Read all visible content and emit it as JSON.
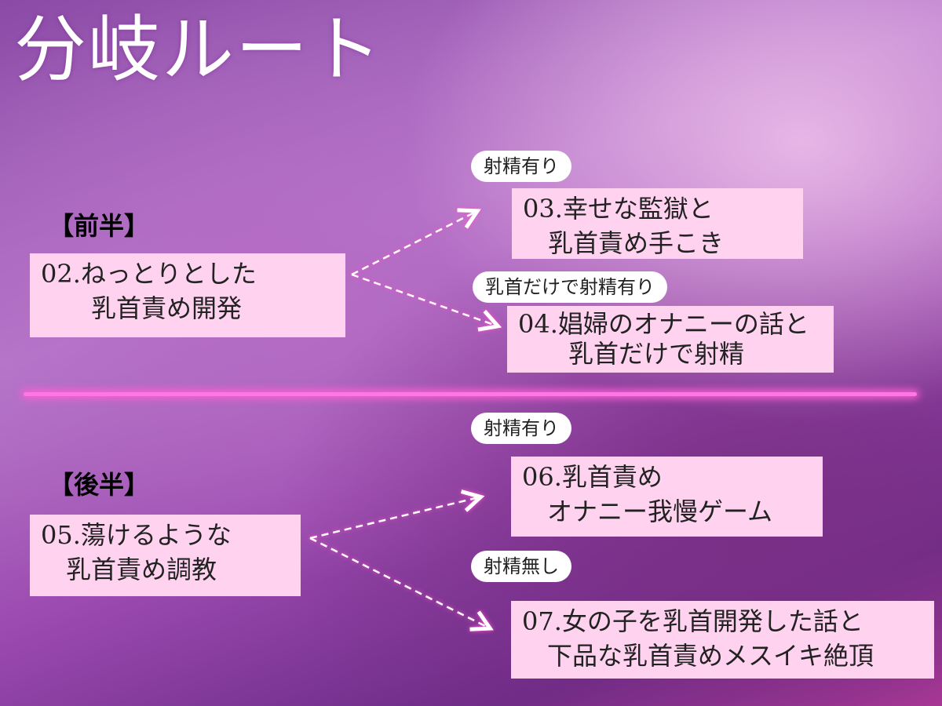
{
  "title": "分岐ルート",
  "first_half": {
    "label": "【前半】",
    "source": "02.ねっとりとした\n　　乳首責め開発",
    "branches": [
      {
        "condition": "射精有り",
        "track": "03.幸せな監獄と\n　乳首責め手こき"
      },
      {
        "condition": "乳首だけで射精有り",
        "track": "04.娼婦のオナニーの話と\n　　乳首だけで射精"
      }
    ]
  },
  "second_half": {
    "label": "【後半】",
    "source": "05.蕩けるような\n　乳首責め調教",
    "branches": [
      {
        "condition": "射精有り",
        "track": "06.乳首責め\n　オナニー我慢ゲーム"
      },
      {
        "condition": "射精無し",
        "track": "07.女の子を乳首開発した話と\n　下品な乳首責めメスイキ絶頂"
      }
    ]
  },
  "colors": {
    "box": "#ffd3f0",
    "divider": "#ff77e4",
    "arrow": "#ffffff"
  }
}
